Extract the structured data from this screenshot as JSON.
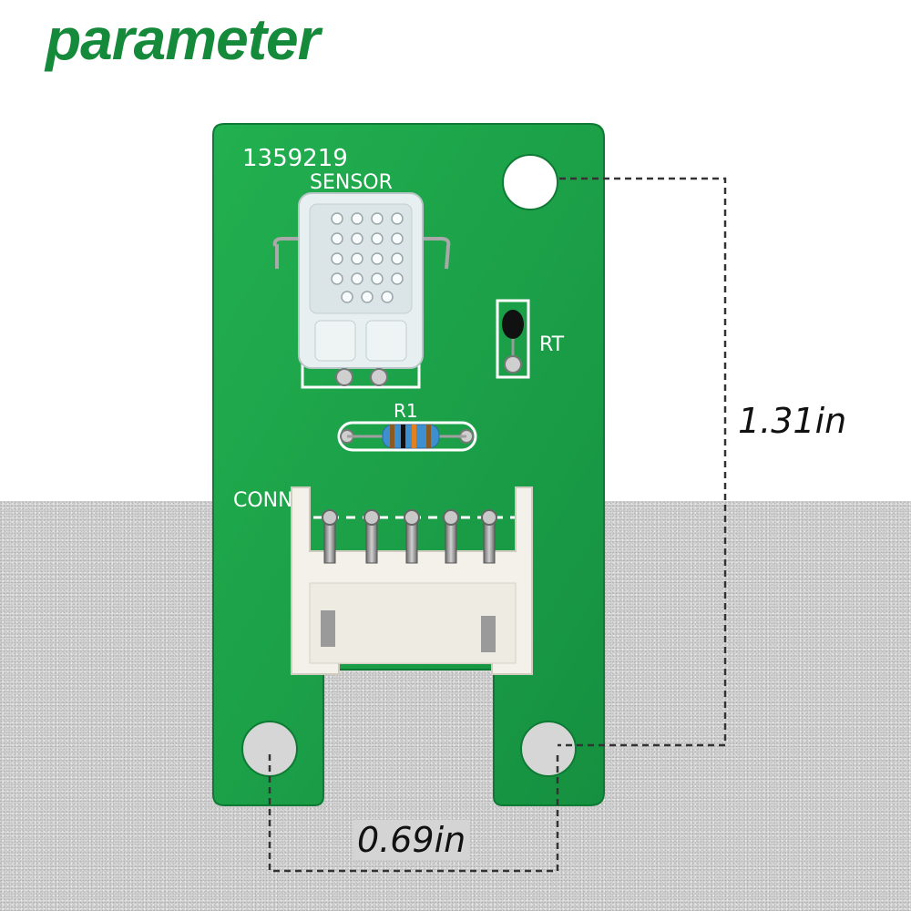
{
  "header": {
    "title": "parameter"
  },
  "board": {
    "part_number": "1359219",
    "labels": {
      "sensor": "SENSOR",
      "thermistor": "RT",
      "resistor": "R1",
      "connector": "CONN"
    }
  },
  "dimensions": {
    "height": "1.31in",
    "width": "0.69in"
  },
  "colors": {
    "title": "#148a3a",
    "pcb": "#1ea64a",
    "dimension_line": "#333333",
    "connector": "#f3f1ea"
  }
}
